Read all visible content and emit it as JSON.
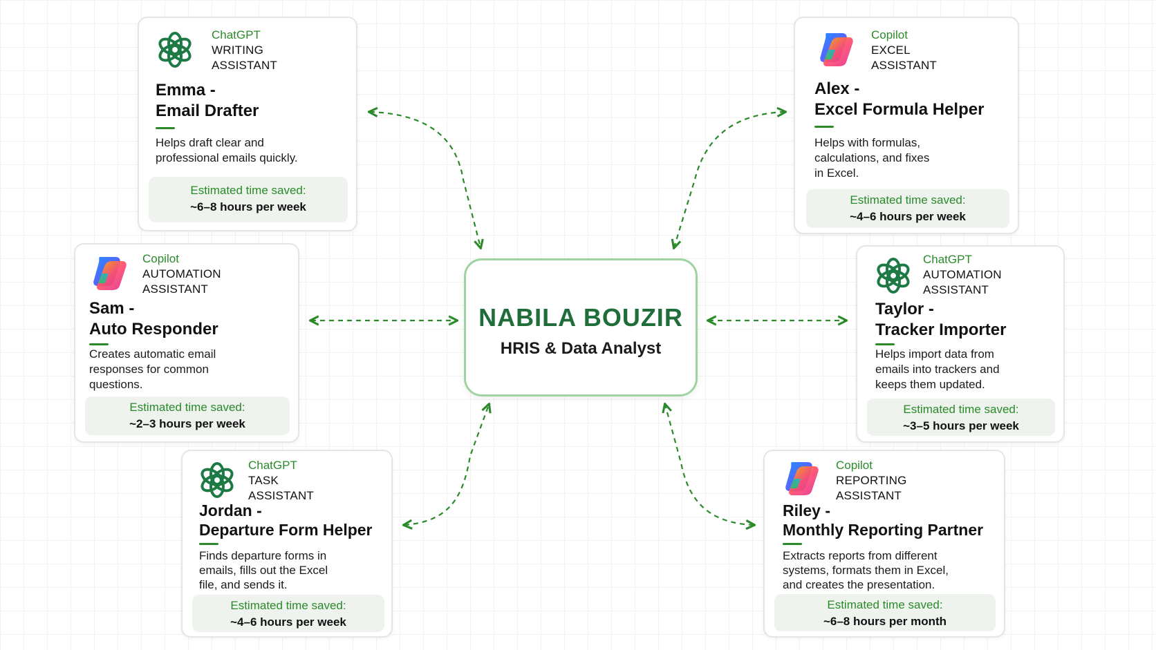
{
  "center": {
    "name": "NABILA BOUZIR",
    "role": "HRIS & Data Analyst"
  },
  "cards": [
    {
      "id": "emma",
      "platform": "ChatGPT",
      "type_line1": "WRITING",
      "type_line2": "ASSISTANT",
      "name_line1": "Emma -",
      "name_line2": "Email Drafter",
      "desc_lines": [
        "Helps draft clear and",
        "professional emails quickly."
      ],
      "saved_label": "Estimated time saved:",
      "saved_value": "~6–8 hours per week",
      "logo": "chatgpt-logo"
    },
    {
      "id": "alex",
      "platform": "Copilot",
      "type_line1": "EXCEL",
      "type_line2": "ASSISTANT",
      "name_line1": "Alex -",
      "name_line2": "Excel Formula Helper",
      "desc_lines": [
        "Helps with formulas,",
        "calculations, and fixes",
        "in Excel."
      ],
      "saved_label": "Estimated time saved:",
      "saved_value": "~4–6 hours per week",
      "logo": "copilot-logo"
    },
    {
      "id": "sam",
      "platform": "Copilot",
      "type_line1": "AUTOMATION",
      "type_line2": "ASSISTANT",
      "name_line1": "Sam -",
      "name_line2": "Auto Responder",
      "desc_lines": [
        "Creates automatic email",
        "responses for common",
        "questions."
      ],
      "saved_label": "Estimated time saved:",
      "saved_value": "~2–3 hours per week",
      "logo": "copilot-logo"
    },
    {
      "id": "taylor",
      "platform": "ChatGPT",
      "type_line1": "AUTOMATION",
      "type_line2": "ASSISTANT",
      "name_line1": "Taylor -",
      "name_line2": "Tracker Importer",
      "desc_lines": [
        "Helps import data from",
        "emails into trackers and",
        "keeps them updated."
      ],
      "saved_label": "Estimated time saved:",
      "saved_value": "~3–5 hours per week",
      "logo": "chatgpt-logo"
    },
    {
      "id": "jordan",
      "platform": "ChatGPT",
      "type_line1": "TASK",
      "type_line2": "ASSISTANT",
      "name_line1": "Jordan -",
      "name_line2": "Departure Form Helper",
      "desc_lines": [
        "Finds departure forms in",
        "emails, fills out the Excel",
        "file, and sends it."
      ],
      "saved_label": "Estimated time saved:",
      "saved_value": "~4–6 hours per week",
      "logo": "chatgpt-logo"
    },
    {
      "id": "riley",
      "platform": "Copilot",
      "type_line1": "REPORTING",
      "type_line2": "ASSISTANT",
      "name_line1": "Riley -",
      "name_line2": "Monthly Reporting Partner",
      "desc_lines": [
        "Extracts reports from different",
        "systems, formats them in Excel,",
        "and creates the presentation."
      ],
      "saved_label": "Estimated time saved:",
      "saved_value": "~6–8 hours per month",
      "logo": "copilot-logo"
    }
  ],
  "colors": {
    "accent_green": "#2a8a2a",
    "center_text": "#1f6e3a",
    "center_border": "#9fd39f",
    "saved_bg": "#eef3ee"
  }
}
